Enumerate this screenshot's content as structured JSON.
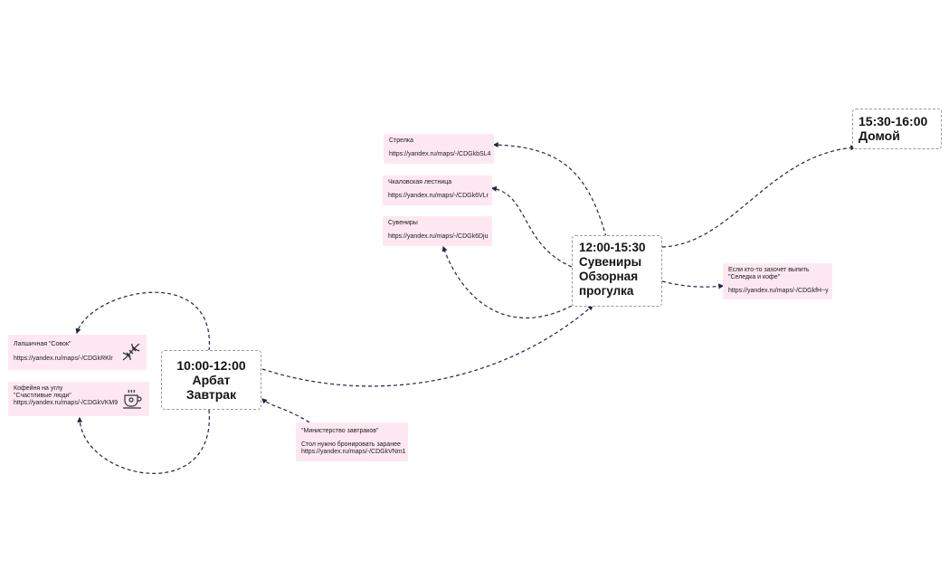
{
  "nodes": {
    "arbat": {
      "time": "10:00-12:00",
      "line1": "Арбат",
      "line2": "Завтрак"
    },
    "center": {
      "time": "12:00-15:30",
      "line1": "Сувениры",
      "line2": "Обзорная",
      "line3": "прогулка"
    },
    "home": {
      "time": "15:30-16:00",
      "line1": "Домой"
    }
  },
  "notes": {
    "strelka": {
      "title": "Стрелка",
      "url": "https://yandex.ru/maps/-/CDGkbSL4"
    },
    "chkalov": {
      "title": "Чкаловская лестница",
      "url": "https://yandex.ru/maps/-/CDGk6VLr"
    },
    "suveniry": {
      "title": "Сувениры",
      "url": "https://yandex.ru/maps/-/CDGk6Dju"
    },
    "seledka": {
      "title1": "Если кто-то захочет выпить",
      "title2": "\"Селедка и кофе\"",
      "url": "https://yandex.ru/maps/-/CDGkfH~y"
    },
    "lapsha": {
      "title": "Лапшичная \"Совок\"",
      "url": "https://yandex.ru/maps/-/CDGkRKlr",
      "icon": "dna-icon"
    },
    "coffee": {
      "title1": "Кофейня на углу",
      "title2": "\"Счастливые люди\"",
      "url": "https://yandex.ru/maps/-/CDGkVKM9",
      "icon": "coffee-cup-icon"
    },
    "ministry": {
      "title": "\"Министерство завтраков\"",
      "subtitle": "Стол нужно бронировать заранее",
      "url": "https://yandex.ru/maps/-/CDGkVNm1"
    }
  },
  "colors": {
    "note_bg": "#fde8f1",
    "link": "#23234a",
    "border": "#9a9a9a"
  }
}
